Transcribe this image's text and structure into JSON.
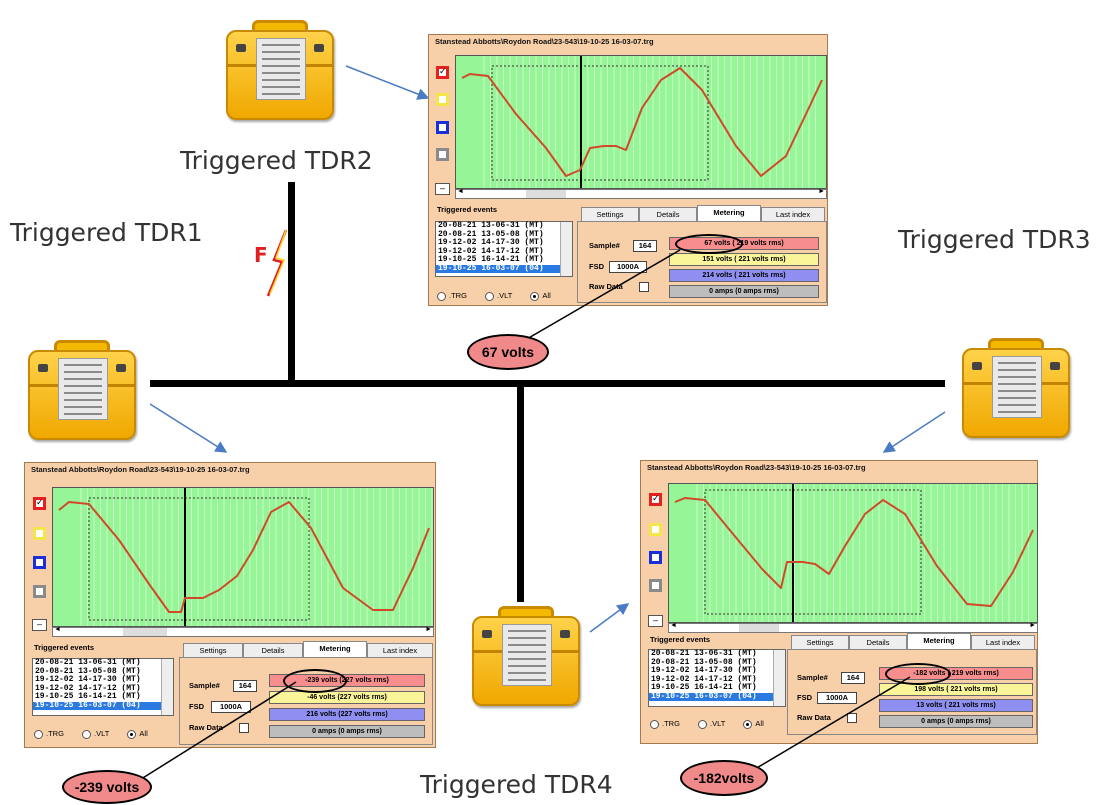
{
  "labels": {
    "tdr1": "Triggered TDR1",
    "tdr2": "Triggered TDR2",
    "tdr3": "Triggered TDR3",
    "tdr4": "Triggered TDR4",
    "fault": "F"
  },
  "colors": {
    "plot_bg": "#96f596",
    "trace": "#d04a2a",
    "panel_bg": "#f7cfa9",
    "callout_fill": "#f08a8a",
    "device_yellow": "#f5b800"
  },
  "icons": {
    "fault": "lightning-bolt-icon",
    "device": "tdr-device-case-icon",
    "connector": "arrow-icon"
  },
  "panel_common": {
    "tabs": [
      "Settings",
      "Details",
      "Metering",
      "Last index"
    ],
    "active_tab": "Metering",
    "events_title": "Triggered events",
    "events": [
      "20-08-21 13-06-31 (MT)",
      "20-08-21 13-05-08 (MT)",
      "19-12-02 14-17-30 (MT)",
      "19-12-02 14-17-12 (MT)",
      "19-10-25 16-14-21 (MT)",
      "19-10-25 16-03-07 (04)"
    ],
    "selected_event": "19-10-25 16-03-07 (04)",
    "radio_trg": ".TRG",
    "radio_vlt": ".VLT",
    "radio_all": "All",
    "sample_label": "Sample#",
    "fsd_label": "FSD",
    "raw_label": "Raw Data"
  },
  "panels": {
    "top": {
      "title": "Stanstead Abbotts\\Roydon Road\\23-543\\19-10-25 16-03-07.trg",
      "sample": "164",
      "fsd": "1000A",
      "red": "67 volts ( 219 volts rms)",
      "yellow": "151 volts ( 221 volts rms)",
      "blue": "214 volts ( 221 volts rms)",
      "gray": "0 amps (0 amps rms)",
      "callout": "67 volts"
    },
    "left": {
      "title": "Stanstead Abbotts\\Roydon Road\\23-543\\19-10-25 16-03-07.trg",
      "sample": "164",
      "fsd": "1000A",
      "red": "-239 volts (227 volts rms)",
      "yellow": "-46 volts (227 volts rms)",
      "blue": "216 volts (227 volts rms)",
      "gray": "0 amps (0 amps rms)",
      "callout": "-239 volts"
    },
    "right": {
      "title": "Stanstead Abbotts\\Roydon Road\\23-543\\19-10-25 16-03-07.trg",
      "sample": "164",
      "fsd": "1000A",
      "red": "-182 volts ( 219 volts rms)",
      "yellow": "198 volts ( 221 volts rms)",
      "blue": "13 volts ( 221 volts rms)",
      "gray": "0 amps (0 amps rms)",
      "callout": "-182volts"
    }
  }
}
